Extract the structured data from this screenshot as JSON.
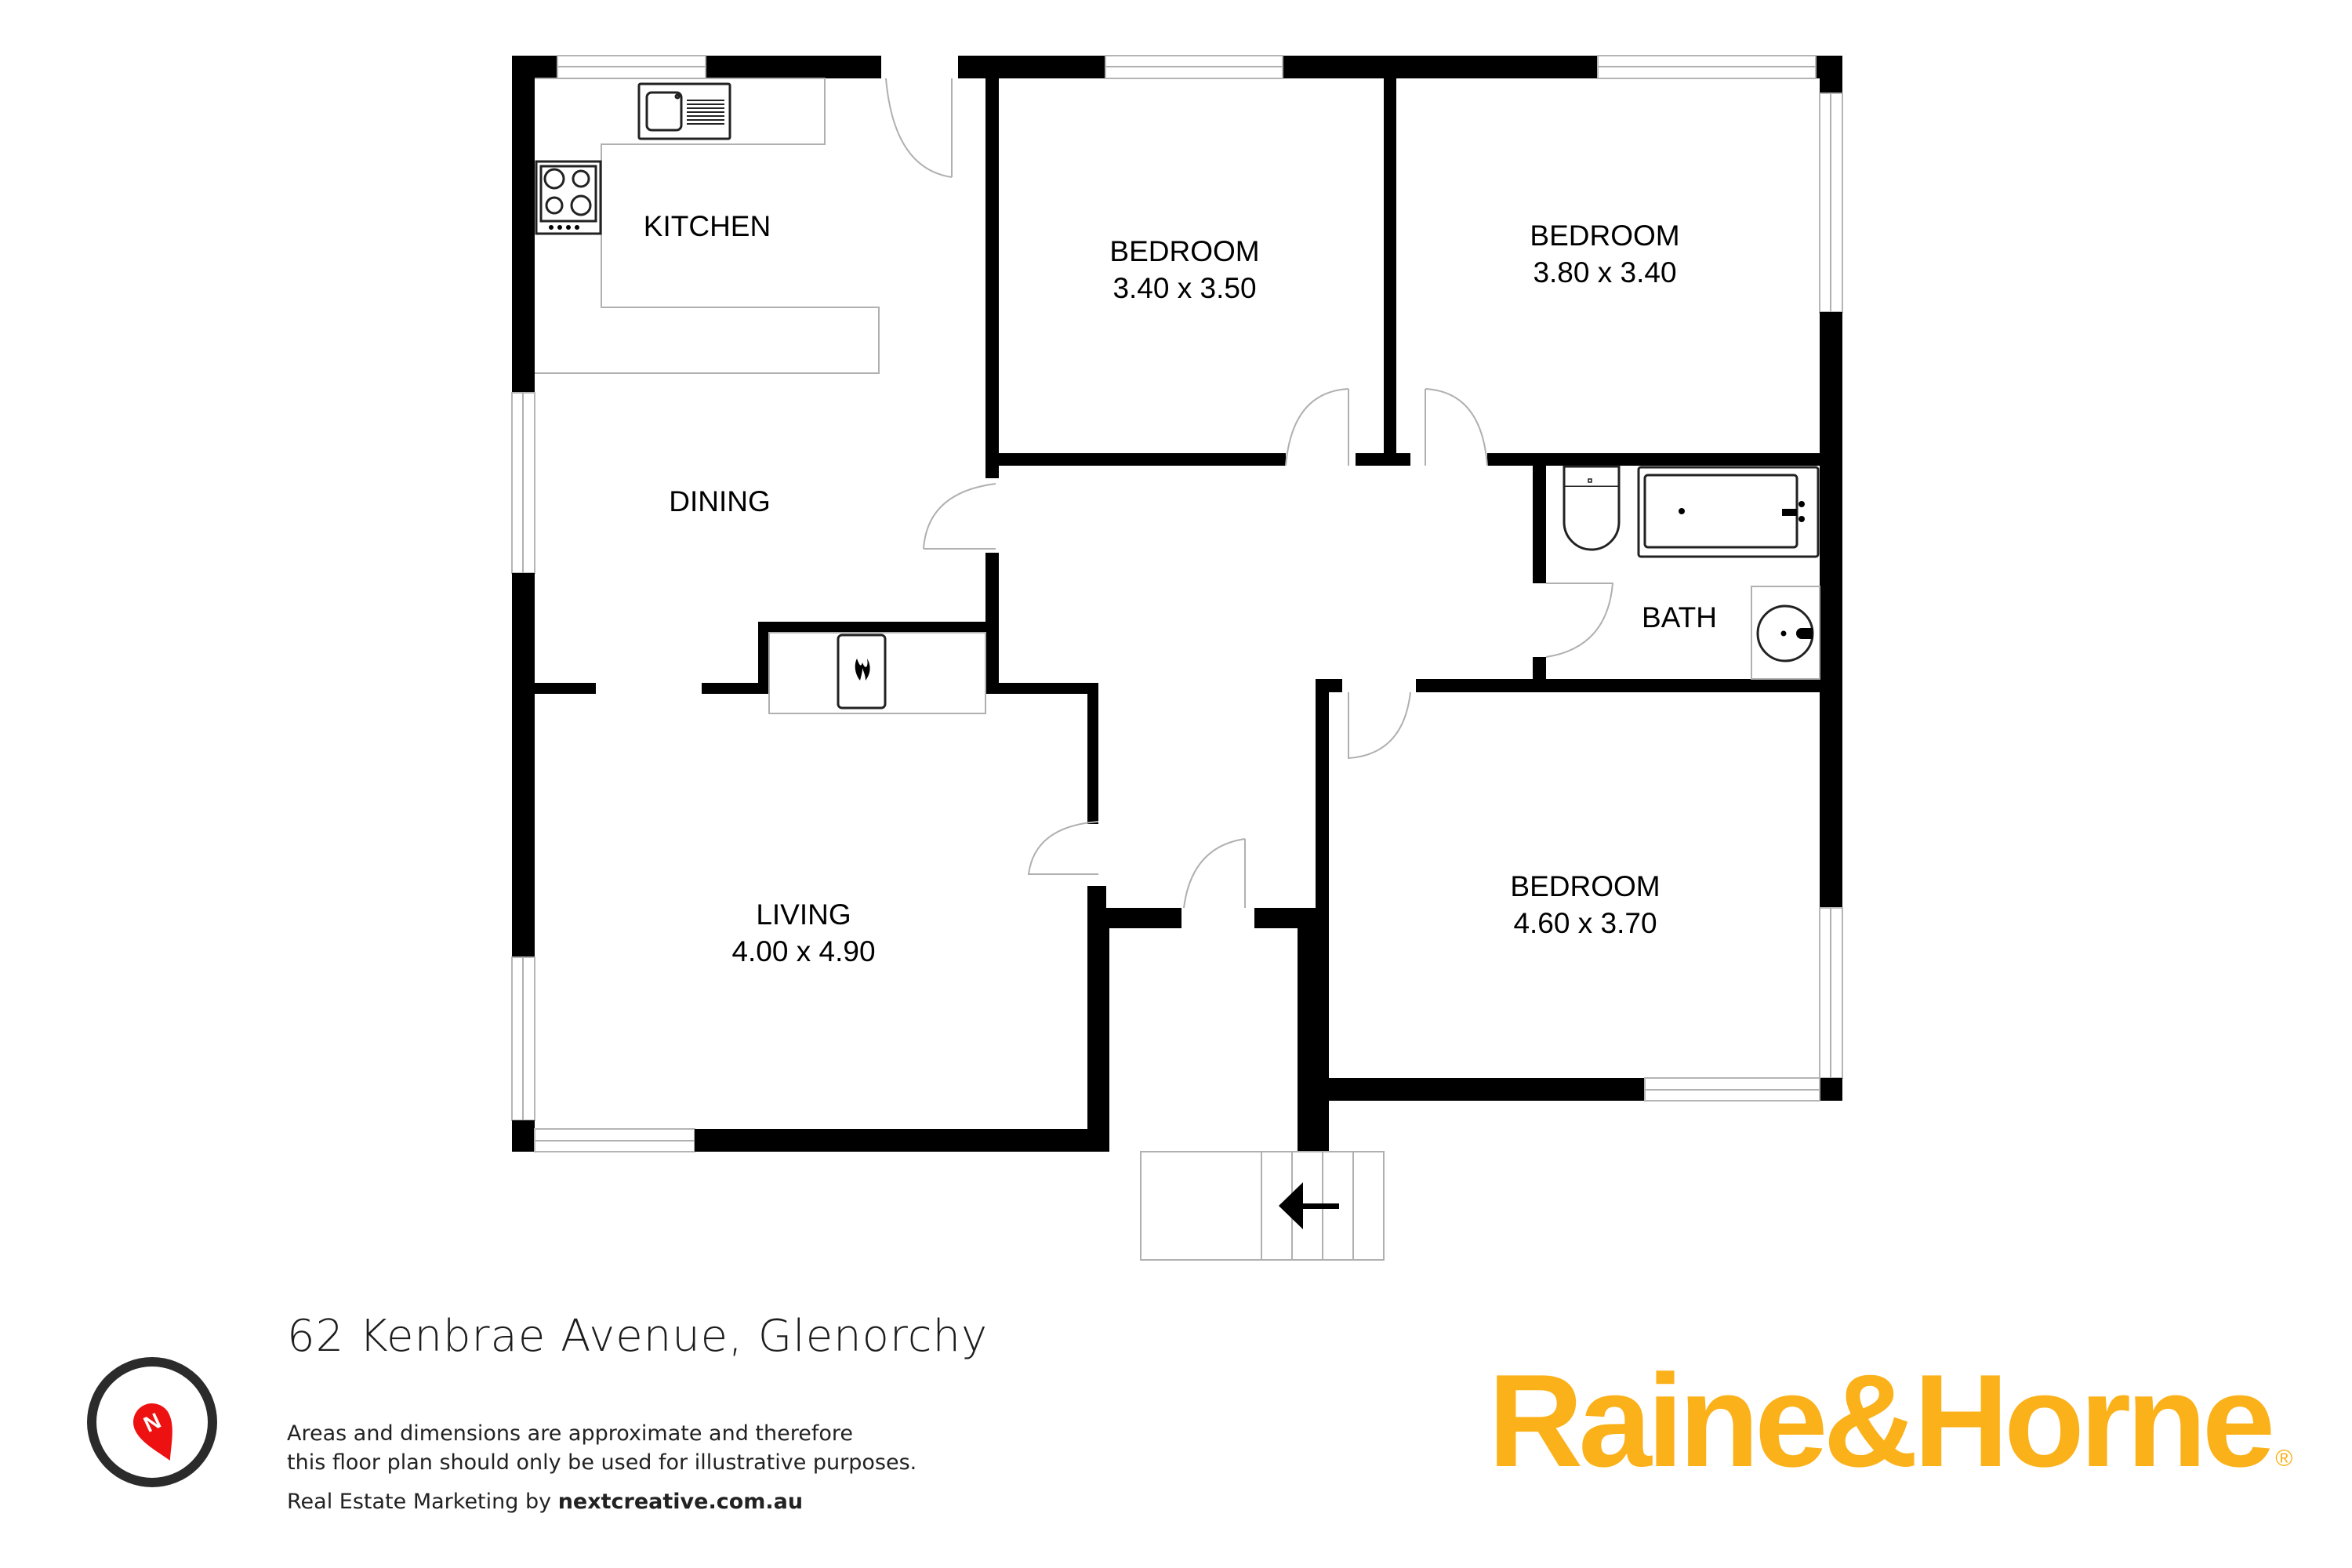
{
  "property": {
    "address": "62 Kenbrae Avenue, Glenorchy"
  },
  "rooms": [
    {
      "name": "KITCHEN",
      "dimensions": ""
    },
    {
      "name": "DINING",
      "dimensions": ""
    },
    {
      "name": "LIVING",
      "dimensions": "4.00 x 4.90"
    },
    {
      "name": "BEDROOM",
      "dimensions": "3.40 x 3.50"
    },
    {
      "name": "BEDROOM",
      "dimensions": "3.80 x 3.40"
    },
    {
      "name": "BEDROOM",
      "dimensions": "4.60 x 3.70"
    },
    {
      "name": "BATH",
      "dimensions": ""
    }
  ],
  "footer": {
    "disclaimer_line1": "Areas and dimensions are approximate and therefore",
    "disclaimer_line2": "this floor plan should only be used for illustrative purposes.",
    "credit_prefix": "Real Estate Marketing by ",
    "credit_site": "nextcreative.com.au"
  },
  "compass": {
    "label": "N",
    "ring_color": "#2b2b2b",
    "pin_color": "#ee1111"
  },
  "brand": {
    "name": "Raine&Horne",
    "registered_mark": "®",
    "color": "#fbb11a"
  },
  "icons": {
    "fireplace": "flame-icon",
    "entry_arrow": "arrow-left-icon"
  }
}
